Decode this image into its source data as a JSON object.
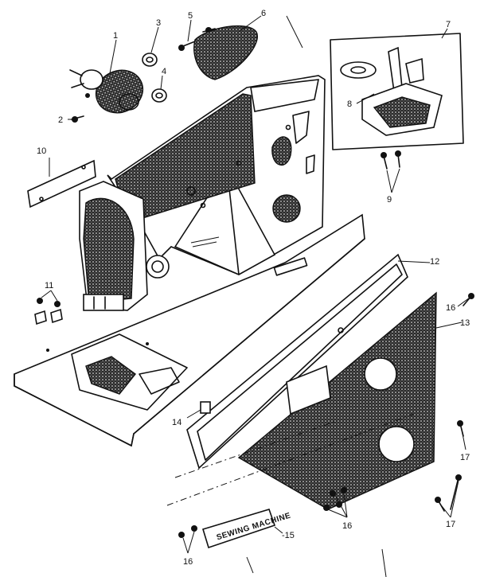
{
  "callouts": {
    "c1": "1",
    "c2": "2",
    "c3": "3",
    "c4": "4",
    "c5": "5",
    "c6": "6",
    "c7": "7",
    "c8": "8",
    "c9": "9",
    "c10": "10",
    "c11": "11",
    "c12": "12",
    "c13": "13",
    "c14": "14",
    "c15": "-15",
    "c16a": "16",
    "c16b": "16",
    "c16c": "16",
    "c17a": "17",
    "c17b": "17"
  },
  "labels": {
    "brand_badge": "SEWING MACHINE"
  }
}
